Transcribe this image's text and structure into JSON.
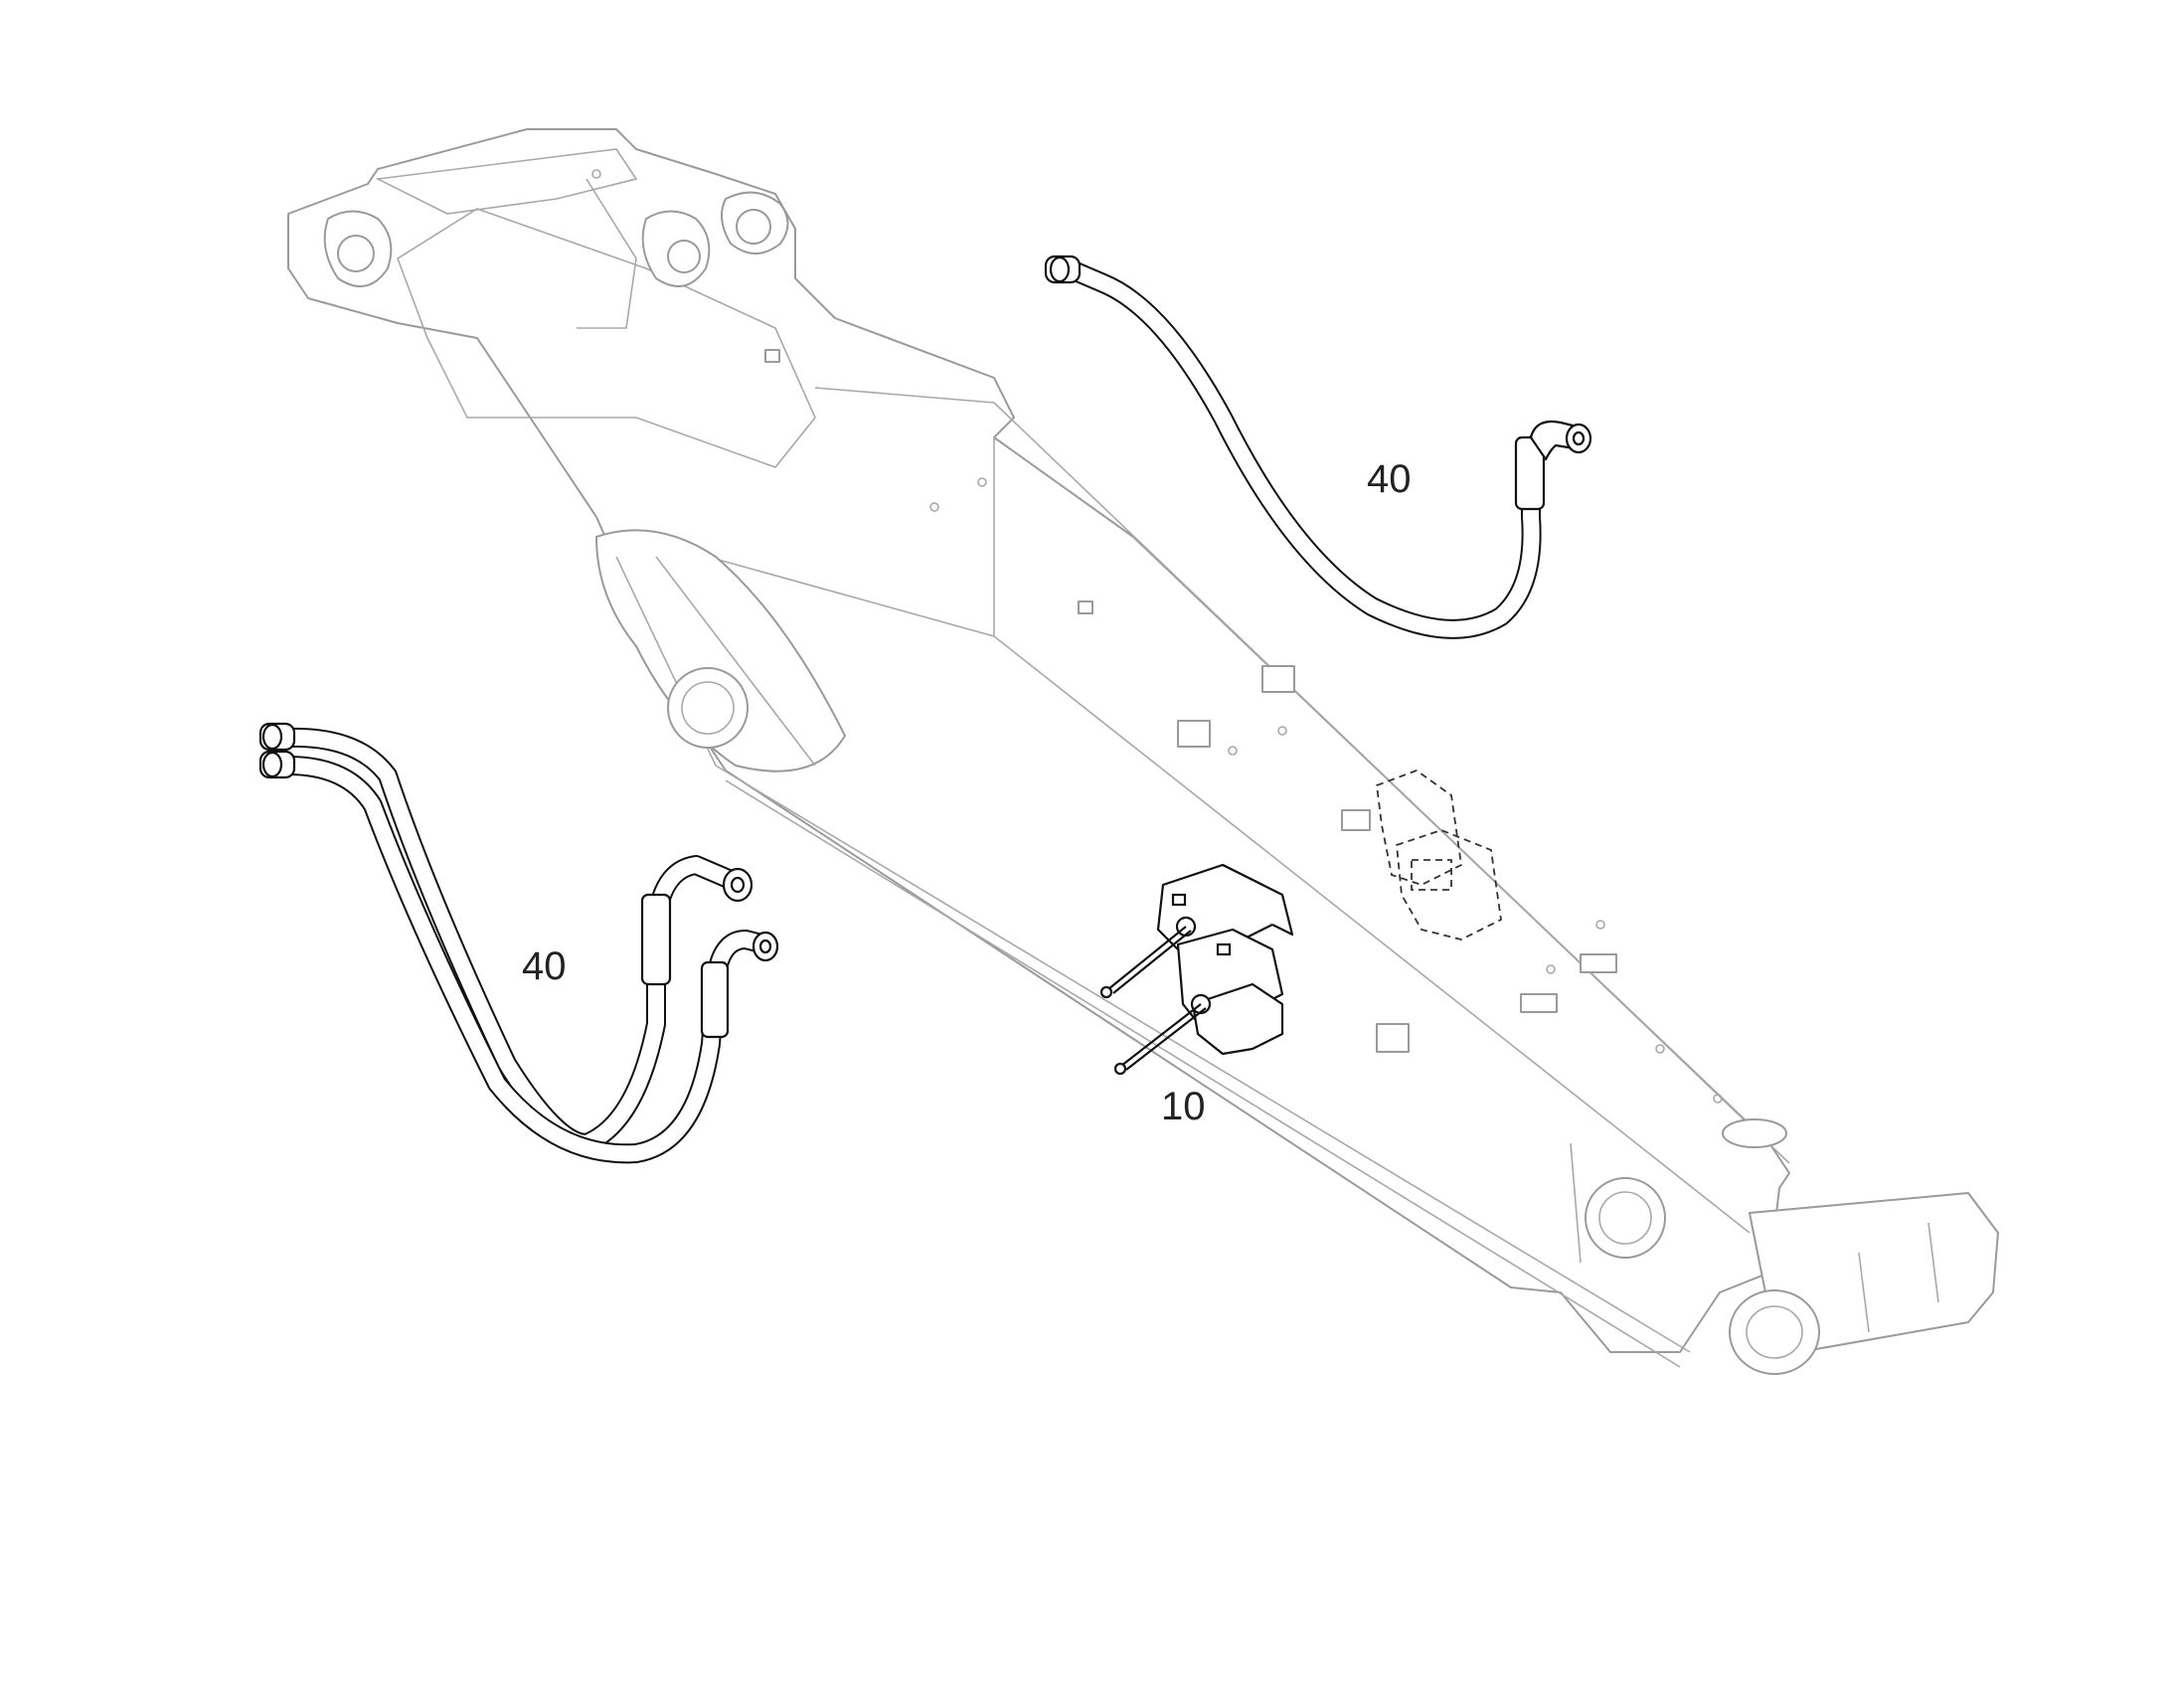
{
  "callouts": [
    {
      "id": "upper-hose",
      "label": "40"
    },
    {
      "id": "lower-hoses",
      "label": "40"
    },
    {
      "id": "valve-block",
      "label": "10"
    }
  ],
  "colors": {
    "background": "#ffffff",
    "ghost_outline": "#9a9a9a",
    "highlight_outline": "#111111"
  }
}
